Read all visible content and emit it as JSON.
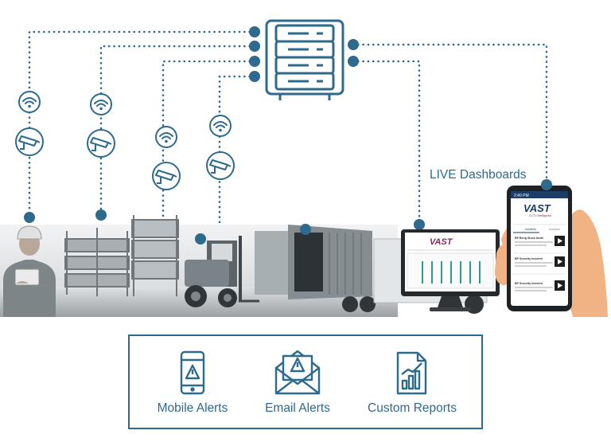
{
  "colors": {
    "primary": "#2e6a8e",
    "dot": "#2e6a8e",
    "photo_dark": "#6c7378",
    "photo_light": "#c9cdd0",
    "screen_bar": "#2f9a89",
    "phone_bar": "#1c3d66",
    "brand": "#7a2c54",
    "skin": "#f2b384"
  },
  "diagram": {
    "live_dashboards_label": "LIVE Dashboards",
    "features": [
      {
        "label": "Mobile Alerts",
        "icon": "mobile-alert-icon"
      },
      {
        "label": "Email Alerts",
        "icon": "email-alert-icon"
      },
      {
        "label": "Custom Reports",
        "icon": "report-chart-icon"
      }
    ]
  },
  "monitor": {
    "brand_name": "VAST"
  },
  "phone": {
    "time": "2:40 PM",
    "brand_name": "VAST",
    "brand_tagline": "CCTV Intelligence",
    "tabs": [
      "Incidents",
      "Analytics"
    ],
    "alerts": [
      {
        "title": "BP Beng Stock Audit"
      },
      {
        "title": "BP Security Incident"
      },
      {
        "title": "BP Security Incident"
      }
    ]
  }
}
